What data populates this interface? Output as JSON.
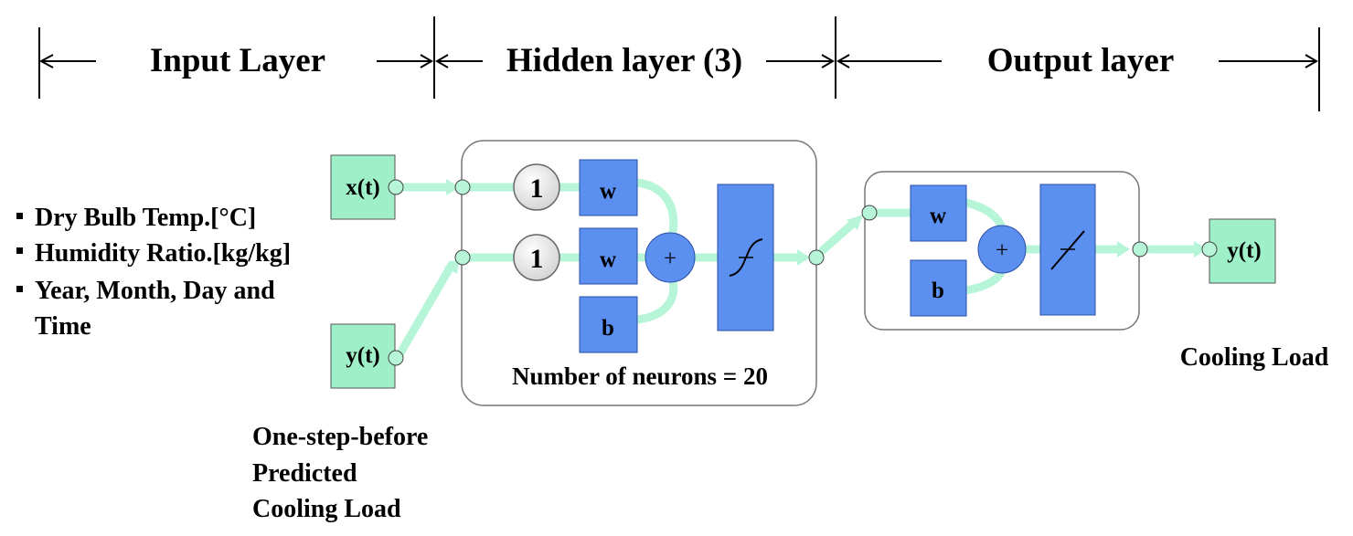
{
  "header": {
    "input_layer": "Input Layer",
    "hidden_layer": "Hidden layer (3)",
    "output_layer": "Output layer"
  },
  "inputs": {
    "x_box": "x(t)",
    "y_box": "y(t)",
    "bullets": [
      "Dry Bulb Temp.[°C]",
      "Humidity Ratio.[kg/kg]",
      "Year, Month, Day and"
    ],
    "bullet_continuation": "Time",
    "feedback_label": [
      "One-step-before",
      "Predicted",
      "Cooling Load"
    ]
  },
  "hidden": {
    "delay_1": "1",
    "delay_2": "1",
    "weight_1": "w",
    "weight_2": "w",
    "bias": "b",
    "sum": "+",
    "neurons_label": "Number of neurons = 20"
  },
  "output": {
    "weight": "w",
    "bias": "b",
    "sum": "+",
    "y_box": "y(t)",
    "label": "Cooling Load"
  },
  "colors": {
    "block_blue": "#5b8ff0",
    "input_green": "#9ff0c8",
    "connector_green": "#b7f5d8",
    "delay_gray": "#e8e8e8"
  }
}
